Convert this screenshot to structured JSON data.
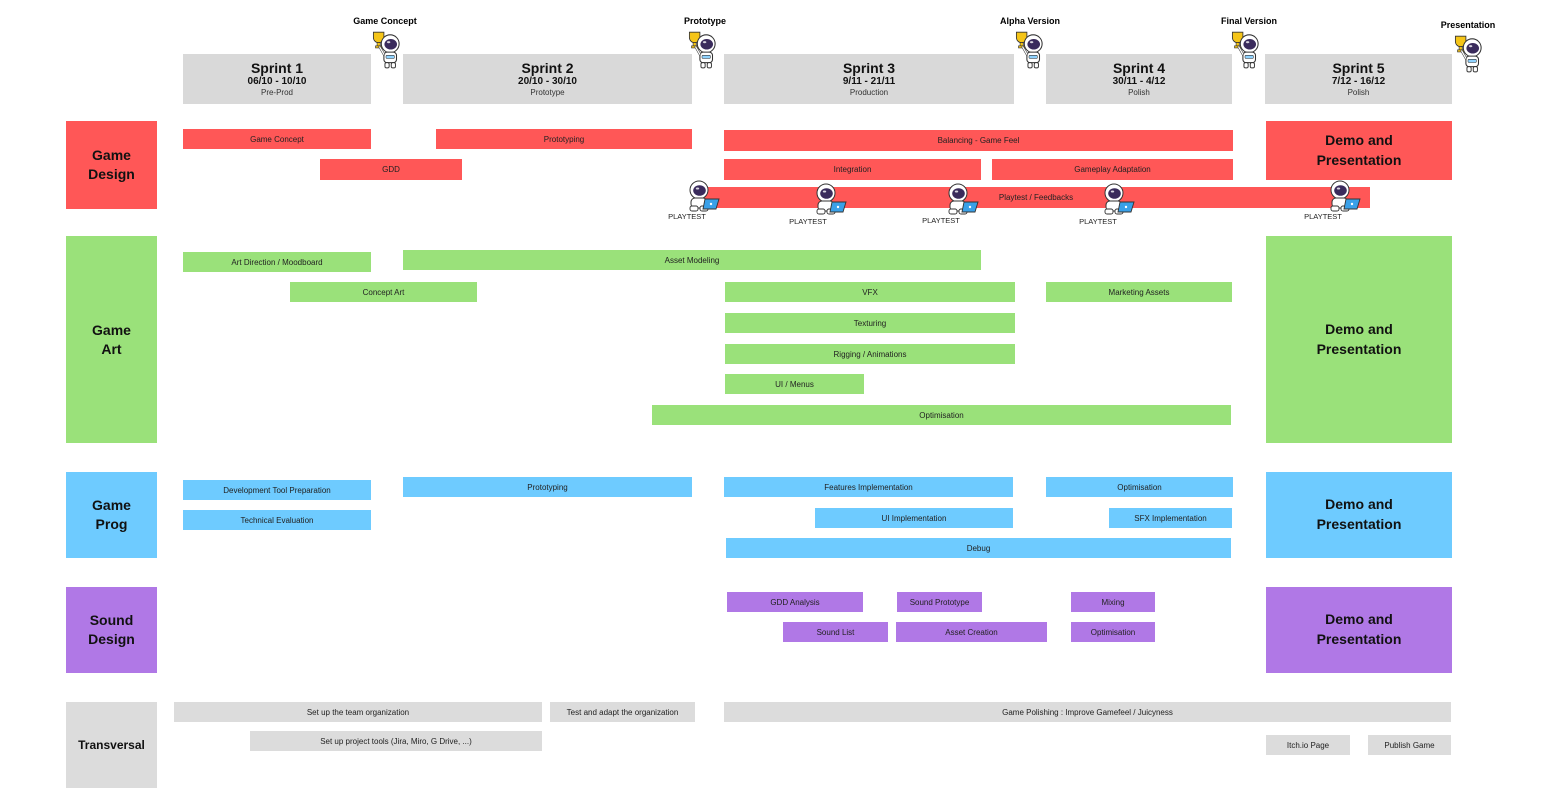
{
  "milestones": [
    {
      "label": "Game Concept"
    },
    {
      "label": "Prototype"
    },
    {
      "label": "Alpha Version"
    },
    {
      "label": "Final Version"
    },
    {
      "label": "Presentation"
    }
  ],
  "sprints": [
    {
      "name": "Sprint 1",
      "dates": "06/10 - 10/10",
      "phase": "Pre-Prod"
    },
    {
      "name": "Sprint 2",
      "dates": "20/10 - 30/10",
      "phase": "Prototype"
    },
    {
      "name": "Sprint 3",
      "dates": "9/11 - 21/11",
      "phase": "Production"
    },
    {
      "name": "Sprint 4",
      "dates": "30/11 - 4/12",
      "phase": "Polish"
    },
    {
      "name": "Sprint 5",
      "dates": "7/12 - 16/12",
      "phase": "Polish"
    }
  ],
  "categories": {
    "game_design": "Game Design",
    "game_art": "Game Art",
    "game_prog": "Game Prog",
    "sound_design": "Sound Design",
    "transversal": "Transversal"
  },
  "demo_label": "Demo and Presentation",
  "game_design_tasks": [
    "Game Concept",
    "Prototyping",
    "Balancing - Game Feel",
    "GDD",
    "Integration",
    "Gameplay Adaptation",
    "Playtest / Feedbacks"
  ],
  "playtest_label": "PLAYTEST",
  "game_art_tasks": [
    "Art Direction / Moodboard",
    "Asset Modeling",
    "Concept Art",
    "VFX",
    "Marketing Assets",
    "Texturing",
    "Rigging / Animations",
    "UI / Menus",
    "Optimisation"
  ],
  "game_prog_tasks": [
    "Development Tool Preparation",
    "Prototyping",
    "Features Implementation",
    "Optimisation",
    "Technical Evaluation",
    "UI Implementation",
    "SFX Implementation",
    "Debug"
  ],
  "sound_tasks": [
    "GDD Analysis",
    "Sound Prototype",
    "Mixing",
    "Sound List",
    "Asset Creation",
    "Optimisation"
  ],
  "transversal_tasks": [
    "Set up the team organization",
    "Test and adapt the organization",
    "Game Polishing : Improve Gamefeel / Juicyness",
    "Set up project tools (Jira, Miro, G Drive, ...)",
    "Itch.io Page",
    "Publish Game"
  ],
  "colors": {
    "game_design": "#ff5757",
    "game_art": "#9ae17a",
    "game_prog": "#6ecbff",
    "sound_design": "#b078e6",
    "transversal": "#dcdcdc",
    "sprint_header": "#d9d9d9"
  },
  "icons": {
    "milestone": "astronaut-trophy-icon",
    "playtest": "astronaut-laptop-icon"
  }
}
